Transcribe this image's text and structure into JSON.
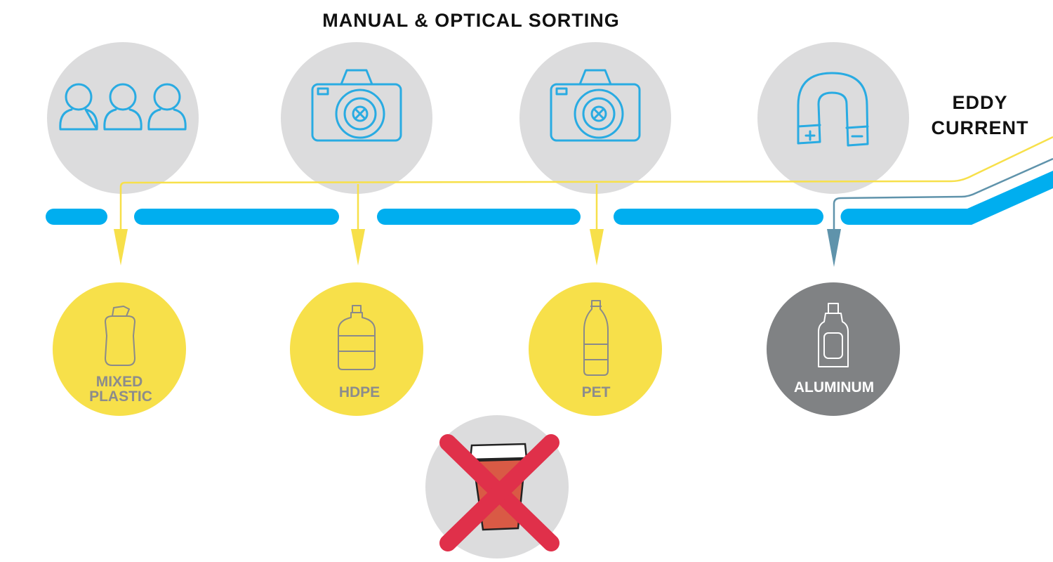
{
  "title": "MANUAL & OPTICAL SORTING",
  "eddy": {
    "line1": "EDDY",
    "line2": "CURRENT"
  },
  "stations": [
    {
      "icon": "people-icon",
      "name": "manual-sorting"
    },
    {
      "icon": "camera-icon",
      "name": "optical-sorter-1"
    },
    {
      "icon": "camera-icon",
      "name": "optical-sorter-2"
    },
    {
      "icon": "magnet-icon",
      "name": "eddy-current"
    }
  ],
  "outputs": [
    {
      "line1": "MIXED",
      "line2": "PLASTIC",
      "icon": "bottle-icon"
    },
    {
      "line1": "HDPE",
      "icon": "water-jug-icon"
    },
    {
      "line1": "PET",
      "icon": "pet-bottle-icon"
    },
    {
      "line1": "ALUMINUM",
      "icon": "spray-can-icon"
    }
  ],
  "rejected": {
    "icon": "cup-icon",
    "mark": "red-x-icon"
  },
  "colors": {
    "belt": "#00AEEF",
    "plastic": "#F7E04A",
    "metal": "#808284",
    "station": "#DCDCDD",
    "reject": "#E0304A",
    "yellow_line": "#F7E04A",
    "metal_line": "#5F93AB"
  }
}
